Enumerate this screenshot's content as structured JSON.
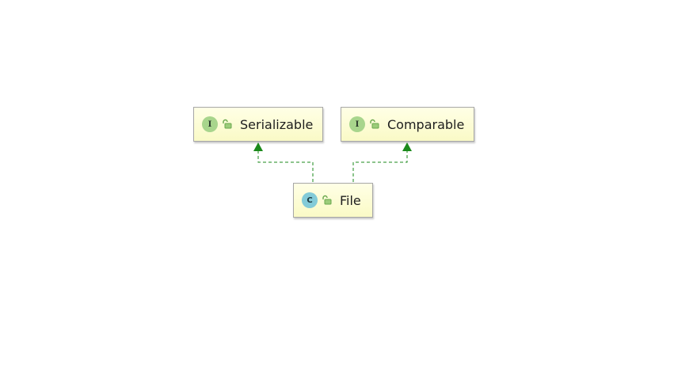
{
  "diagram": {
    "nodes": [
      {
        "id": "serializable",
        "kind_letter": "I",
        "kind": "interface",
        "icon": "unlocked-padlock-icon",
        "label": "Serializable"
      },
      {
        "id": "comparable",
        "kind_letter": "I",
        "kind": "interface",
        "icon": "unlocked-padlock-icon",
        "label": "Comparable"
      },
      {
        "id": "file",
        "kind_letter": "C",
        "kind": "class",
        "icon": "unlocked-padlock-icon",
        "label": "File"
      }
    ],
    "edges": [
      {
        "from": "file",
        "to": "serializable",
        "type": "implements",
        "style": "dashed"
      },
      {
        "from": "file",
        "to": "comparable",
        "type": "implements",
        "style": "dashed"
      }
    ],
    "colors": {
      "edge": "#1b8a1b",
      "node_fill": "#fafac6",
      "node_border": "#a7a7a7",
      "interface_badge": "#a8d58c",
      "class_badge": "#83cbd8"
    }
  }
}
